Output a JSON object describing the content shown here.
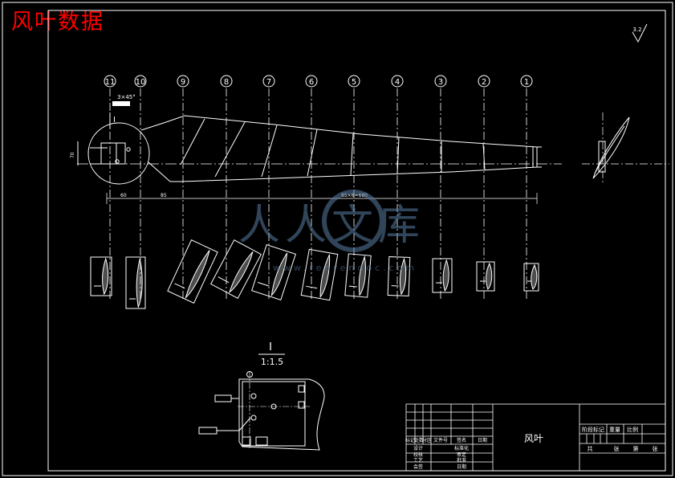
{
  "title": "风叶数据",
  "surface_finish": "3.2",
  "section_numbers": [
    "11",
    "10",
    "9",
    "8",
    "7",
    "6",
    "5",
    "4",
    "3",
    "2",
    "1"
  ],
  "main_view": {
    "chamfer": "3×45°",
    "detail_marker": "I",
    "dims": {
      "left": "60",
      "middle": "85",
      "right": "85×6=680",
      "height": "70"
    }
  },
  "detail": {
    "label": "I",
    "scale": "1:1.5"
  },
  "title_block": {
    "part_name": "风叶",
    "rev_header": [
      "标记",
      "处数",
      "分区",
      "文件号",
      "签名",
      "日期"
    ],
    "roles": [
      "设计",
      "校核",
      "工艺",
      "会签"
    ],
    "role_marks": [
      "标准化",
      "审定",
      "批准",
      "日期"
    ],
    "right_header": [
      "阶段标记",
      "重量",
      "比例"
    ],
    "sheet_row": [
      "共",
      "张",
      "第",
      "张"
    ]
  },
  "watermark": {
    "brand": "人人文库",
    "url": "www.renrendoc.com"
  },
  "colors": {
    "background": "#000000",
    "line": "#ffffff",
    "title": "#ff0000",
    "watermark": "#5a7fa5"
  }
}
